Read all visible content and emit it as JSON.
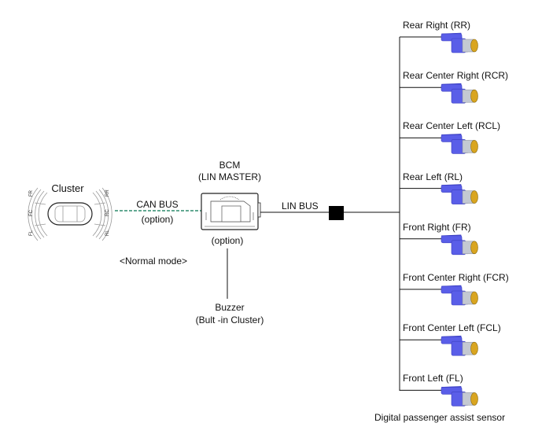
{
  "cluster": {
    "title": "Cluster",
    "left_zones": [
      "FR",
      "FC",
      "FL"
    ],
    "right_zones": [
      "RR",
      "RC",
      "RL"
    ]
  },
  "can_bus": {
    "label": "CAN BUS",
    "note": "(option)",
    "color": "#2e8b6e"
  },
  "bcm": {
    "title": "BCM",
    "subtitle": "(LIN MASTER)",
    "note": "(option)"
  },
  "mode_label": "<Normal mode>",
  "buzzer": {
    "title": "Buzzer",
    "subtitle": "(Bult -in Cluster)"
  },
  "lin_bus": {
    "label": "LIN BUS"
  },
  "sensors": [
    {
      "label": "Rear Right (RR)"
    },
    {
      "label": "Rear Center Right (RCR)"
    },
    {
      "label": "Rear Center Left (RCL)"
    },
    {
      "label": "Rear Left (RL)"
    },
    {
      "label": "Front Right (FR)"
    },
    {
      "label": "Front Center Right (FCR)"
    },
    {
      "label": "Front Center Left (FCL)"
    },
    {
      "label": "Front Left (FL)"
    }
  ],
  "footer": "Digital passenger assist sensor",
  "colors": {
    "sensor_body": "#5a5ee8",
    "sensor_lens": "#d9a520",
    "sensor_barrel": "#c4c9d2"
  }
}
